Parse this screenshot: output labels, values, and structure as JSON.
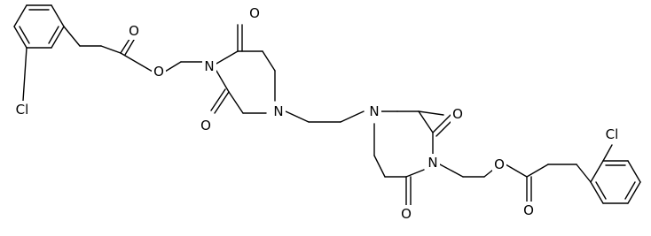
{
  "molecule": {
    "atom_labels": {
      "o_ester_left": "O",
      "o_carbonyl_left_ester": "O",
      "n_imide_left": "N",
      "o_keto_left_top": "O",
      "o_keto_left_bottom": "O",
      "n_amine_left": "N",
      "cl_left": "Cl",
      "n_amine_right": "N",
      "o_keto_right_top": "O",
      "n_imide_right": "N",
      "o_keto_right_bottom": "O",
      "o_ester_right": "O",
      "o_carbonyl_right_ester": "O",
      "cl_right": "Cl"
    }
  },
  "colors": {
    "bond": "#000000",
    "label": "#000000",
    "background": "#ffffff"
  }
}
